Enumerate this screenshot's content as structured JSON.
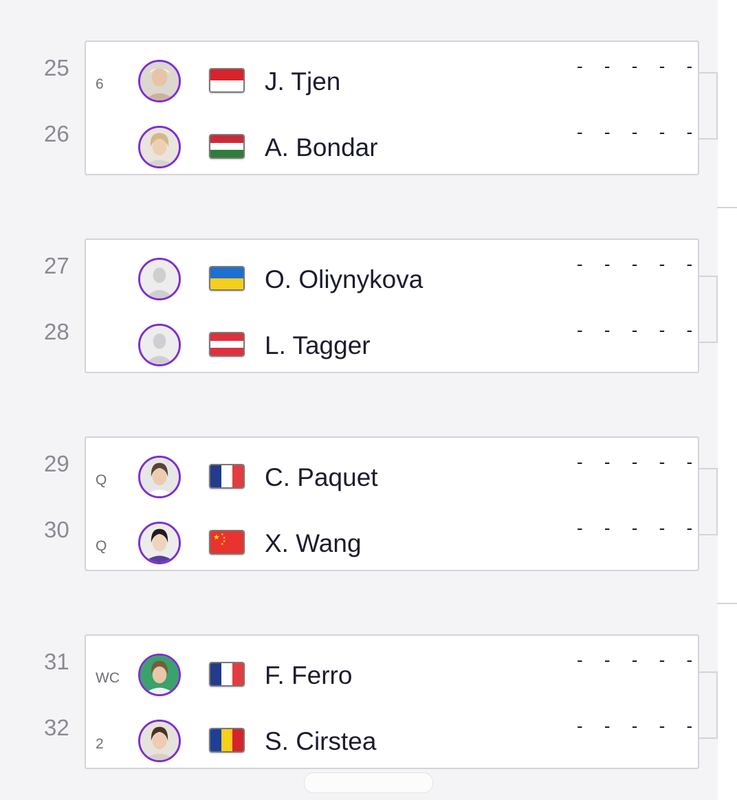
{
  "colors": {
    "background": "#f4f4f6",
    "card": "#ffffff",
    "card_border": "#d3d3d8",
    "avatar_ring": "#7d2fd0",
    "line_number": "#8a8a95",
    "text": "#1c1c2e"
  },
  "matches": [
    {
      "players": [
        {
          "line": "25",
          "entry": "6",
          "name": "J. Tjen",
          "flag": "indonesia-flag",
          "avatar": "player-photo",
          "score": "- - - - -"
        },
        {
          "line": "26",
          "entry": "",
          "name": "A. Bondar",
          "flag": "hungary-flag",
          "avatar": "player-photo",
          "score": "- - - - -"
        }
      ]
    },
    {
      "players": [
        {
          "line": "27",
          "entry": "",
          "name": "O. Oliynykova",
          "flag": "ukraine-flag",
          "avatar": "placeholder-silhouette",
          "score": "- - - - -"
        },
        {
          "line": "28",
          "entry": "",
          "name": "L. Tagger",
          "flag": "austria-flag",
          "avatar": "placeholder-silhouette",
          "score": "- - - - -"
        }
      ]
    },
    {
      "players": [
        {
          "line": "29",
          "entry": "Q",
          "name": "C. Paquet",
          "flag": "france-flag",
          "avatar": "player-photo",
          "score": "- - - - -"
        },
        {
          "line": "30",
          "entry": "Q",
          "name": "X. Wang",
          "flag": "china-flag",
          "avatar": "player-photo",
          "score": "- - - - -"
        }
      ]
    },
    {
      "players": [
        {
          "line": "31",
          "entry": "WC",
          "name": "F. Ferro",
          "flag": "france-flag",
          "avatar": "player-photo",
          "score": "- - - - -"
        },
        {
          "line": "32",
          "entry": "2",
          "name": "S. Cirstea",
          "flag": "romania-flag",
          "avatar": "player-photo",
          "score": "- - - - -"
        }
      ]
    }
  ]
}
